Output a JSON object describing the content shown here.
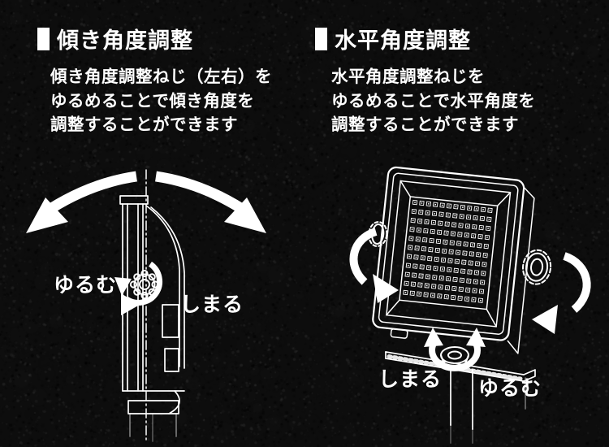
{
  "meta": {
    "bg_color": "#0d0d0d",
    "text_color": "#ffffff"
  },
  "sections": {
    "tilt": {
      "heading": "傾き角度調整",
      "body_lines": [
        "傾き角度調整ねじ（左右）を",
        "ゆるめることで傾き角度を",
        "調整することができます"
      ],
      "label_loosen": "ゆるむ",
      "label_tighten": "しまる"
    },
    "horizontal": {
      "heading": "水平角度調整",
      "body_lines": [
        "水平角度調整ねじを",
        "ゆるめることで水平角度を",
        "調整することができます"
      ],
      "label_loosen": "ゆるむ",
      "label_tighten": "しまる"
    }
  },
  "diagram": {
    "led_rows": 11,
    "led_cols": 12
  }
}
